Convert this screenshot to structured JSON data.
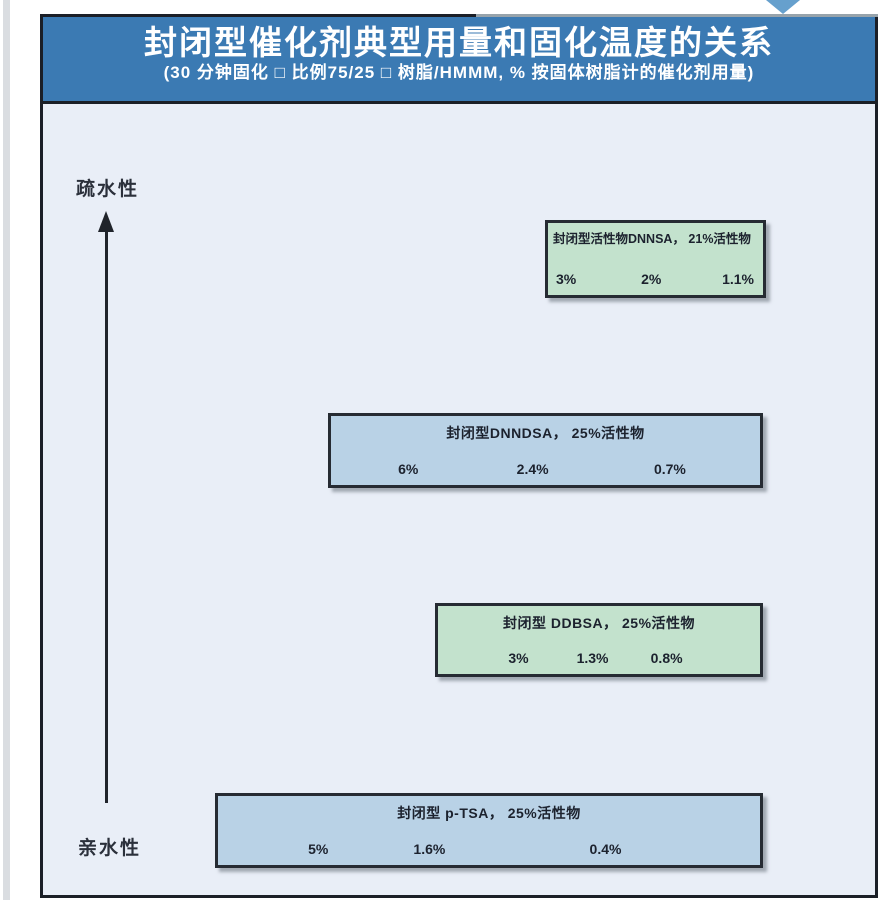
{
  "header": {
    "title": "封闭型催化剂典型用量和固化温度的关系",
    "subtitle": "(30 分钟固化 □ 比例75/25 □ 树脂/HMMM, % 按固体树脂计的催化剂用量)"
  },
  "axis": {
    "top_label": "疏水性",
    "bottom_label": "亲水性"
  },
  "boxes": [
    {
      "title": "封闭型活性物DNNSA， 21%活性物",
      "values": [
        "3%",
        "2%",
        "1.1%"
      ],
      "fill": "#c3e2cd"
    },
    {
      "title": "封闭型DNNDSA， 25%活性物",
      "values": [
        "6%",
        "2.4%",
        "0.7%"
      ],
      "fill": "#b9d2e6"
    },
    {
      "title": "封闭型 DDBSA， 25%活性物",
      "values": [
        "3%",
        "1.3%",
        "0.8%"
      ],
      "fill": "#c3e2cd"
    },
    {
      "title": "封闭型 p-TSA， 25%活性物",
      "values": [
        "5%",
        "1.6%",
        "0.4%"
      ],
      "fill": "#b9d2e6"
    }
  ],
  "colors": {
    "header_bg": "#3b7ab3",
    "panel_bg": "#e9eef7",
    "frame_border": "#1b1f27",
    "green_box": "#c3e2cd",
    "blue_box": "#b9d2e6",
    "text": "#1c222e"
  },
  "chart_data": {
    "type": "table",
    "title": "封闭型催化剂典型用量和固化温度的关系",
    "subtitle": "(30 分钟固化 □ 比例75/25 □ 树脂/HMMM, % 按固体树脂计的催化剂用量)",
    "yaxis": {
      "top": "疏水性",
      "bottom": "亲水性",
      "arrow_direction": "up"
    },
    "grid": false,
    "legend_position": "none",
    "series": [
      {
        "name": "封闭型活性物DNNSA， 21%活性物",
        "dosage_labels": [
          "3%",
          "2%",
          "1.1%"
        ],
        "dosages_pct": [
          3,
          2,
          1.1
        ],
        "box_color": "green",
        "hydrophobicity_rank_from_top": 1
      },
      {
        "name": "封闭型DNNDSA， 25%活性物",
        "dosage_labels": [
          "6%",
          "2.4%",
          "0.7%"
        ],
        "dosages_pct": [
          6,
          2.4,
          0.7
        ],
        "box_color": "blue",
        "hydrophobicity_rank_from_top": 2
      },
      {
        "name": "封闭型 DDBSA， 25%活性物",
        "dosage_labels": [
          "3%",
          "1.3%",
          "0.8%"
        ],
        "dosages_pct": [
          3,
          1.3,
          0.8
        ],
        "box_color": "green",
        "hydrophobicity_rank_from_top": 3
      },
      {
        "name": "封闭型 p-TSA， 25%活性物",
        "dosage_labels": [
          "5%",
          "1.6%",
          "0.4%"
        ],
        "dosages_pct": [
          5,
          1.6,
          0.4
        ],
        "box_color": "blue",
        "hydrophobicity_rank_from_top": 4
      }
    ]
  }
}
